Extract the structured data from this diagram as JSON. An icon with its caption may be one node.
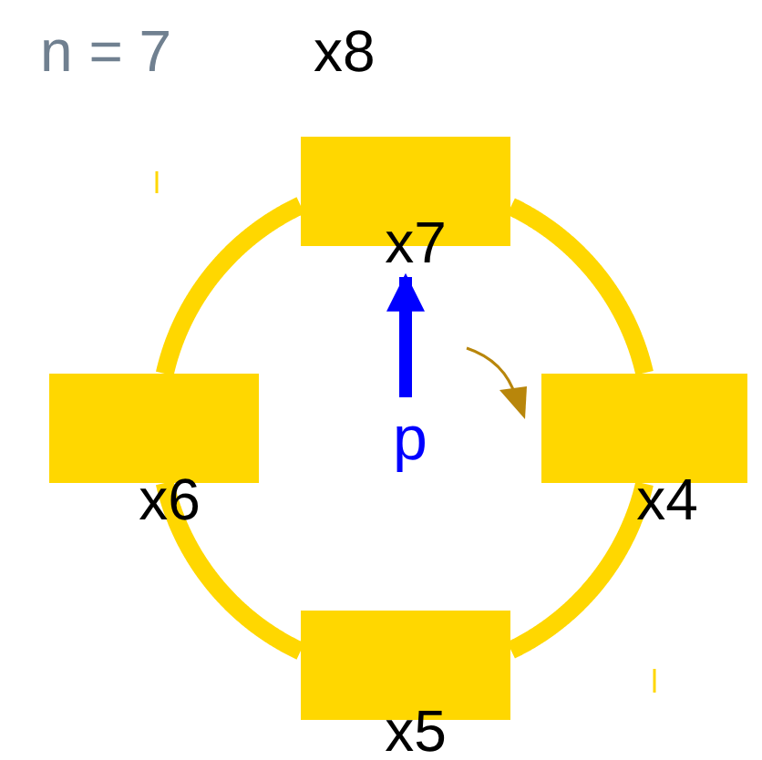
{
  "diagram": {
    "nodes": [
      {
        "text": [
          "x7"
        ]
      },
      {
        "text": [
          "x6"
        ]
      },
      {
        "text": [
          "x4"
        ]
      },
      {
        "text": [
          "x5"
        ]
      },
      {
        "text": [
          "p"
        ]
      }
    ],
    "edges": [
      {
        "from": 0,
        "to": 2,
        "arrow": "none"
      },
      {
        "from": 2,
        "to": 3,
        "arrow": "none"
      },
      {
        "from": 3,
        "to": 1,
        "arrow": "none"
      },
      {
        "from": 1,
        "to": 0,
        "arrow": "none"
      },
      {
        "from": 4,
        "to": 0,
        "arrow": "to",
        "color": "#0000ff"
      }
    ],
    "labels": [
      "n = 7",
      "x8"
    ]
  }
}
